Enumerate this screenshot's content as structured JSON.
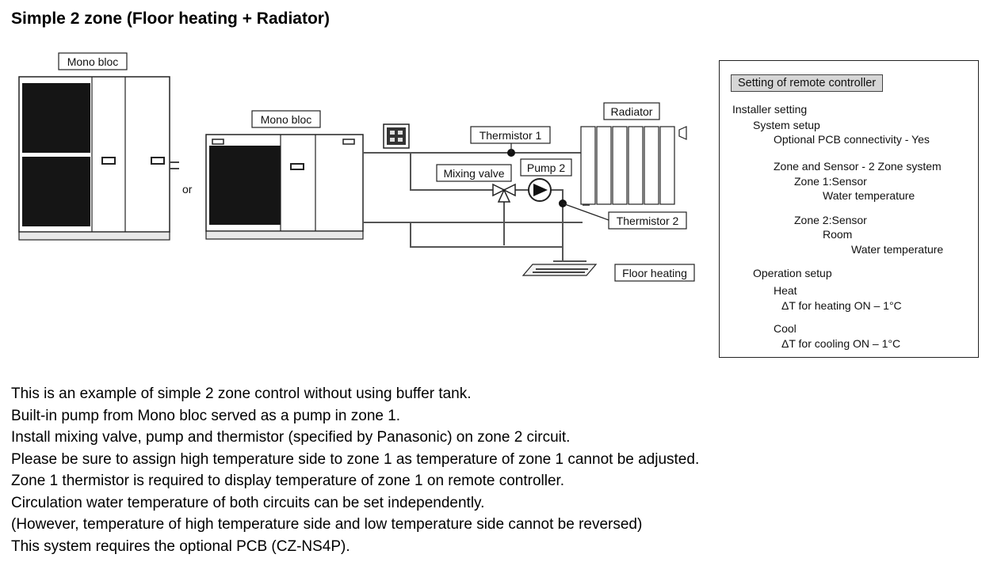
{
  "title": "Simple 2 zone (Floor heating + Radiator)",
  "diagram": {
    "monobloc_large_label": "Mono bloc",
    "or_label": "or",
    "monobloc_small_label": "Mono bloc",
    "radiator_label": "Radiator",
    "thermistor1_label": "Thermistor 1",
    "mixing_valve_label": "Mixing valve",
    "pump2_label": "Pump 2",
    "thermistor2_label": "Thermistor 2",
    "floor_heating_label": "Floor heating"
  },
  "settings": {
    "header": "Setting of remote controller",
    "lines": [
      "Installer setting",
      "System setup",
      "Optional PCB connectivity - Yes",
      "Zone and Sensor - 2 Zone system",
      "Zone 1:Sensor",
      "Water temperature",
      "Zone 2:Sensor",
      "Room",
      "Water temperature",
      "Operation setup",
      "Heat",
      "ΔT for heating ON – 1°C",
      "Cool",
      "ΔT for cooling ON – 1°C"
    ]
  },
  "description": [
    "This is an example of simple 2 zone control without using buffer tank.",
    "Built-in pump from Mono bloc served as a pump in zone 1.",
    "Install mixing valve, pump and thermistor (specified by Panasonic) on zone 2 circuit.",
    "Please be sure to assign high temperature side to zone 1 as temperature of zone 1 cannot be adjusted.",
    "Zone 1 thermistor is required to display temperature of zone 1 on remote controller.",
    "Circulation water temperature of both circuits can be set independently.",
    "(However, temperature of high temperature side and low temperature side cannot be reversed)",
    "This system requires the optional PCB (CZ-NS4P)."
  ]
}
